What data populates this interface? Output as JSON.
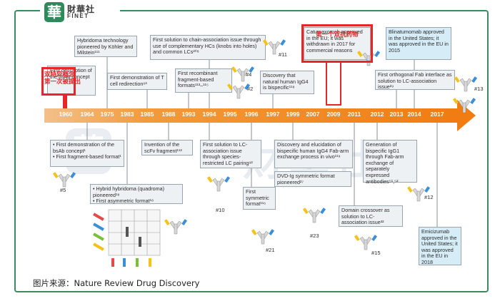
{
  "logo": {
    "seal_char": "華",
    "name_cn": "財華社",
    "name_en": "FINET"
  },
  "watermark": {
    "seal_char": "華",
    "text": "財華社"
  },
  "timeline": {
    "years": [
      "1960",
      "1964",
      "1975",
      "1983",
      "1985",
      "1988",
      "1993",
      "1994",
      "1995",
      "1996",
      "1997",
      "1999",
      "2007",
      "2009",
      "2011",
      "2012",
      "2013",
      "2014",
      "2017"
    ]
  },
  "boxes": {
    "b1960": "First description of the bsAb concept",
    "b1964": "• First demonstration of the bsAb concept¹\n• First fragment-based format¹",
    "b1975": "Hybridoma technology pioneered by Köhler and Milstein¹¹¹",
    "b1983": "• Hybrid hybridoma (quadroma) pioneered¹⁸\n• First asymmetric format¹⁸",
    "b1985": "First demonstration of T cell redirection⁶³",
    "b1988": "Invention of the scFv fragment¹¹²",
    "b1993": "First recombinant fragment-based formats¹¹³–¹¹⁵",
    "b1994": "First solution to chain-association issue through use of complementary HCs (knobs into holes) and common LCs²⁰⁸",
    "b1995": "First solution to LC-association issue through species-restricted LC pairing⁹²",
    "b1996": "First symmetric format¹¹⁶",
    "b1997": "Discovery that natural human IgG4 is bispecific¹¹⁸",
    "b1999": "Discovery and elucidation of bispecific human IgG4 Fab-arm exchange process in vivo¹¹⁹",
    "b2007a": "DVD-Ig symmetric format pioneered²⁷",
    "b2009": "Catumaxomab approved in the EU; it was withdrawn in 2017 for commercial reasons",
    "b2011": "Domain crossover as solution to LC-association issue³²",
    "b2012": "Generation of bispecific IgG1 through Fab-arm exchange of separately expressed antibodies⁵¹,⁵²",
    "b2013": "First orthogonal Fab interface as solution to LC-association issue²⁹",
    "b2014": "Blinatumomab approved in the United States; it was approved in the EU in 2015",
    "b2017": "Emicizumab approved in the United States; it was approved in the EU in 2018"
  },
  "red_annotations": {
    "left": "双特异概念\n第一次被提出",
    "right": "第一个双抗药物"
  },
  "format_labels": [
    "#5",
    "#10",
    "#4",
    "#2",
    "#11",
    "#23",
    "#21",
    "#15",
    "#13",
    "#12"
  ],
  "caption": "图片来源：Nature Review Drug Discovery",
  "colors": {
    "arrow": "#f07c12",
    "frame": "#3e8a5f",
    "highlight": "#e8262a",
    "box": "#eef1f3",
    "approved_box": "#d6ecf6"
  }
}
